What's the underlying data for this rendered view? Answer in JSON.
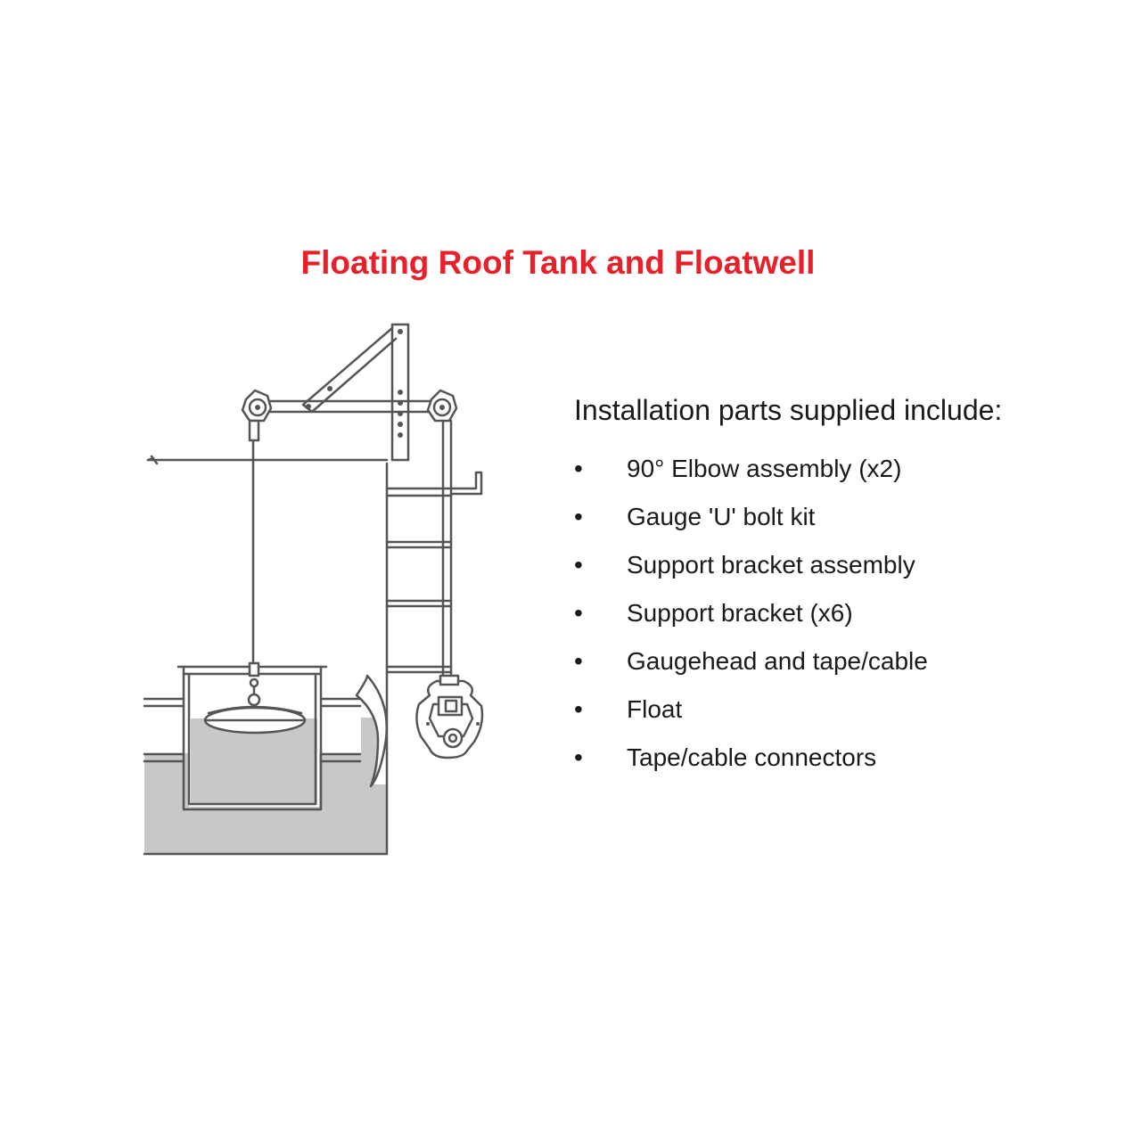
{
  "title": "Floating Roof Tank and Floatwell",
  "parts": {
    "heading": "Installation parts supplied include:",
    "bullet": "•",
    "items": [
      "90° Elbow assembly (x2)",
      "Gauge 'U' bolt kit",
      "Support bracket assembly",
      "Support bracket (x6)",
      "Gaugehead and tape/cable",
      "Float",
      "Tape/cable connectors"
    ]
  },
  "colors": {
    "title": "#e8202a",
    "text": "#1a1a1a",
    "line": "#555555",
    "liquid": "#c8c8ca"
  },
  "icons": [
    "pulley-icon",
    "float-icon",
    "gaugehead-icon",
    "ladder-icon"
  ]
}
